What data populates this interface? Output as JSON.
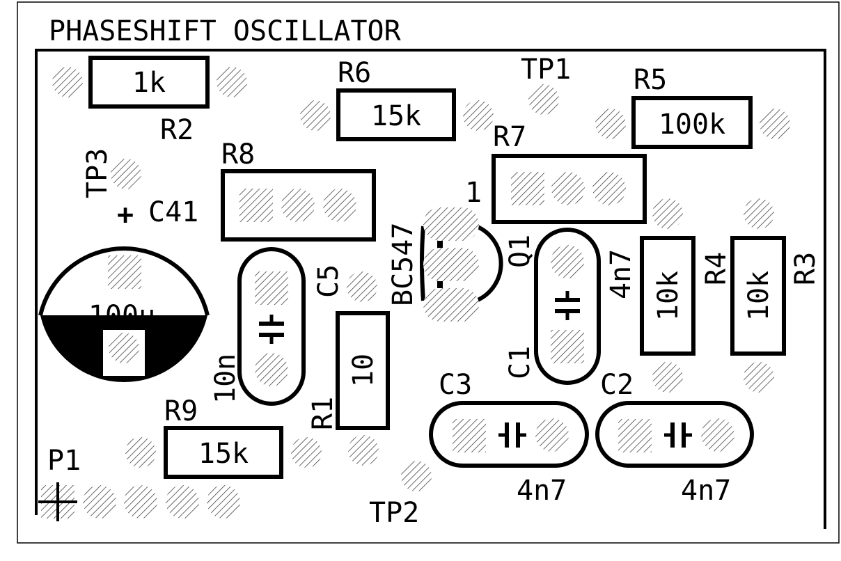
{
  "title": "PHASESHIFT OSCILLATOR",
  "colors": {
    "ink": "#000000",
    "paper": "#ffffff",
    "pad_fill": "#d4d4d4"
  },
  "components": {
    "R2": {
      "ref": "R2",
      "value": "1k"
    },
    "R6": {
      "ref": "R6",
      "value": "15k"
    },
    "R5": {
      "ref": "R5",
      "value": "100k"
    },
    "R7": {
      "ref": "R7",
      "pin1": "1"
    },
    "R8": {
      "ref": "R8"
    },
    "R9": {
      "ref": "R9",
      "value": "15k"
    },
    "R1": {
      "ref": "R1",
      "value": "10"
    },
    "R4": {
      "ref": "R4",
      "value": "10k"
    },
    "R3": {
      "ref": "R3",
      "value": "10k"
    },
    "C41": {
      "ref": "C41",
      "value": "100u",
      "polarity": "+"
    },
    "C5": {
      "ref": "C5",
      "value": "10n"
    },
    "C1": {
      "ref": "C1",
      "value": "4n7"
    },
    "C2": {
      "ref": "C2",
      "value": "4n7"
    },
    "C3": {
      "ref": "C3",
      "value": "4n7"
    },
    "Q1": {
      "ref": "Q1",
      "part": "BC547"
    },
    "TP1": {
      "ref": "TP1"
    },
    "TP2": {
      "ref": "TP2"
    },
    "TP3": {
      "ref": "TP3"
    },
    "P1": {
      "ref": "P1"
    }
  }
}
